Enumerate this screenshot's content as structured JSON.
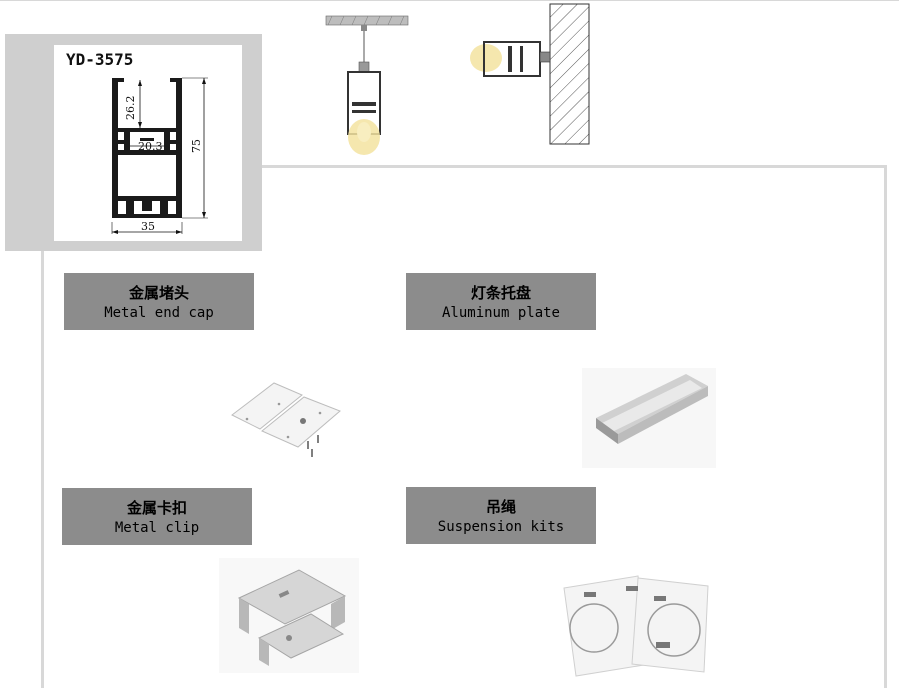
{
  "model": "YD-3575",
  "dimensions": {
    "top_gap": "26.2",
    "inner_width": "20.3",
    "height": "75",
    "width": "35"
  },
  "accessories": [
    {
      "cn": "金属堵头",
      "en": "Metal end cap",
      "image": "metal-end-cap-photo"
    },
    {
      "cn": "灯条托盘",
      "en": "Aluminum plate",
      "image": "aluminum-plate-photo"
    },
    {
      "cn": "金属卡扣",
      "en": "Metal clip",
      "image": "metal-clip-photo"
    },
    {
      "cn": "吊绳",
      "en": "Suspension kits",
      "image": "suspension-kits-photo"
    }
  ],
  "colors": {
    "label_bg": "#8c8c8c",
    "frame": "#d8d8d8",
    "panel": "#cfcfcf",
    "light": "#f3e3a0"
  }
}
